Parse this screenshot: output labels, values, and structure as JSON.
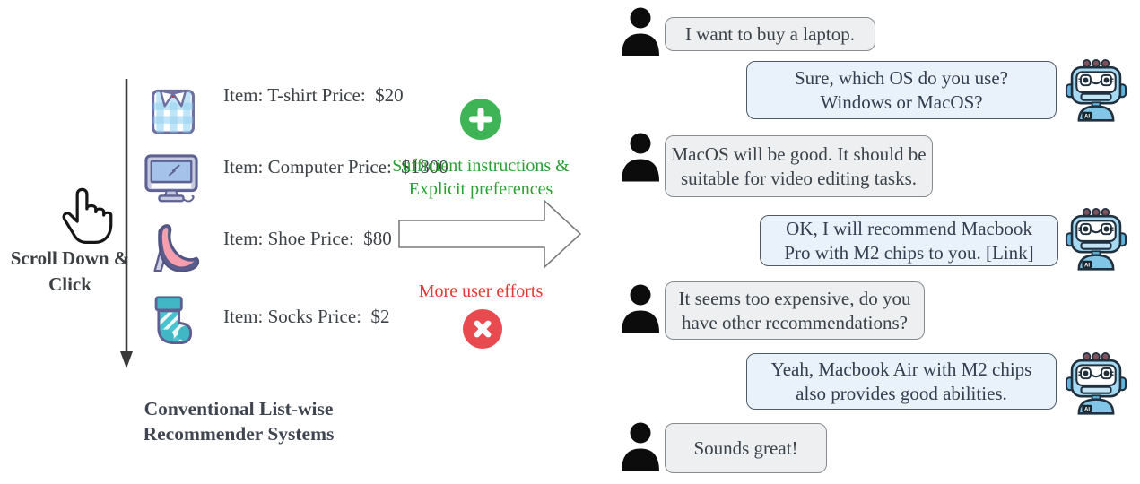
{
  "left_panel": {
    "scroll_label_line1": "Scroll Down",
    "scroll_label_line2": "& Click",
    "items": [
      {
        "icon": "tshirt-icon",
        "name_line": "Item: T-shirt",
        "price_line": "Price:  $20"
      },
      {
        "icon": "computer-icon",
        "name_line": "Item: Computer",
        "price_line": "Price:  $1800"
      },
      {
        "icon": "shoe-icon",
        "name_line": "Item: Shoe",
        "price_line": "Price:  $80"
      },
      {
        "icon": "socks-icon",
        "name_line": "Item: Socks",
        "price_line": "Price:  $2"
      }
    ],
    "caption_line1": "Conventional List-wise",
    "caption_line2": "Recommender Systems"
  },
  "middle_panel": {
    "pros_line1": "Sufficient instructions",
    "pros_line2": "& Explicit preferences",
    "cons_text": "More user efforts",
    "colors": {
      "positive_text": "#2aa233",
      "negative_text": "#e23b33",
      "plus_circle": "#3fb457",
      "x_circle": "#e84a50"
    }
  },
  "chat": {
    "robot_badge": "AI",
    "messages": [
      {
        "sender": "user",
        "lines": [
          "I want to buy a laptop."
        ]
      },
      {
        "sender": "bot",
        "lines": [
          "Sure, which OS do you use?",
          "Windows or MacOS?"
        ]
      },
      {
        "sender": "user",
        "lines": [
          "MacOS will be good. It should be",
          "suitable for video editing tasks."
        ]
      },
      {
        "sender": "bot",
        "lines": [
          "OK, I will recommend Macbook",
          "Pro with M2 chips to you. [Link]"
        ]
      },
      {
        "sender": "user",
        "lines": [
          "It seems too expensive, do you",
          "have other recommendations?"
        ]
      },
      {
        "sender": "bot",
        "lines": [
          "Yeah, Macbook Air with M2 chips",
          "also provides good abilities."
        ]
      },
      {
        "sender": "user",
        "lines": [
          "Sounds great!"
        ]
      }
    ]
  }
}
